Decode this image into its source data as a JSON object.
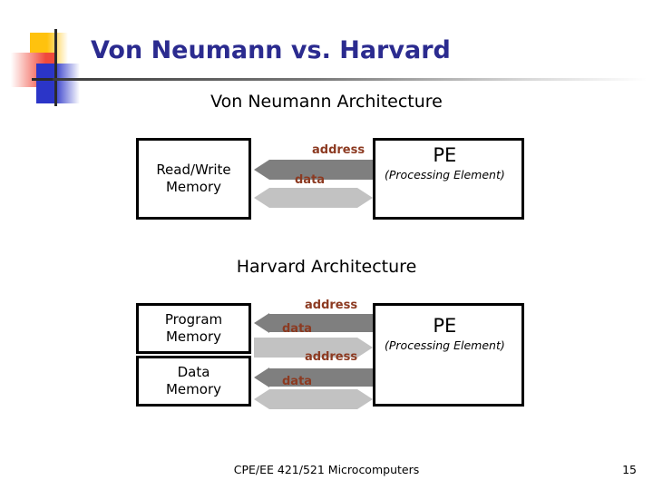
{
  "slide": {
    "title": "Von Neumann vs. Harvard",
    "footer": "CPE/EE 421/521 Microcomputers",
    "page_number": "15"
  },
  "colors": {
    "title": "#2B2B8F",
    "arrow_label": "#8C3A21",
    "arrow_dark": "#7F7F7F",
    "arrow_light": "#C2C2C2",
    "box_border": "#000000",
    "deco_yellow": "#FFC20E",
    "deco_red": "#F04A3C",
    "deco_blue": "#2B35C8"
  },
  "von_neumann": {
    "heading": "Von Neumann Architecture",
    "memory_line1": "Read/Write",
    "memory_line2": "Memory",
    "pe_title": "PE",
    "pe_subtitle": "(Processing Element)",
    "arrows": [
      {
        "label": "address",
        "style": "dark",
        "direction": "left"
      },
      {
        "label": "data",
        "style": "light",
        "direction": "both"
      }
    ]
  },
  "harvard": {
    "heading": "Harvard Architecture",
    "program_memory_line1": "Program",
    "program_memory_line2": "Memory",
    "data_memory_line1": "Data",
    "data_memory_line2": "Memory",
    "pe_title": "PE",
    "pe_subtitle": "(Processing Element)",
    "arrows": [
      {
        "label": "address",
        "style": "dark",
        "direction": "left"
      },
      {
        "label": "data",
        "style": "light",
        "direction": "right"
      },
      {
        "label": "address",
        "style": "dark",
        "direction": "left"
      },
      {
        "label": "data",
        "style": "light",
        "direction": "both"
      }
    ]
  }
}
